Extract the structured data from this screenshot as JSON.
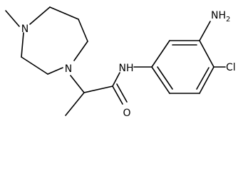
{
  "diagram": {
    "atoms": {
      "methyl_n": "N",
      "ring_n": "N",
      "amide_nh": "NH",
      "amide_o": "O",
      "amino": "NH",
      "amino_sub": "2",
      "chloro": "Cl"
    },
    "colors": {
      "bond": "#000000",
      "label": "#000000",
      "background": "#ffffff"
    }
  }
}
